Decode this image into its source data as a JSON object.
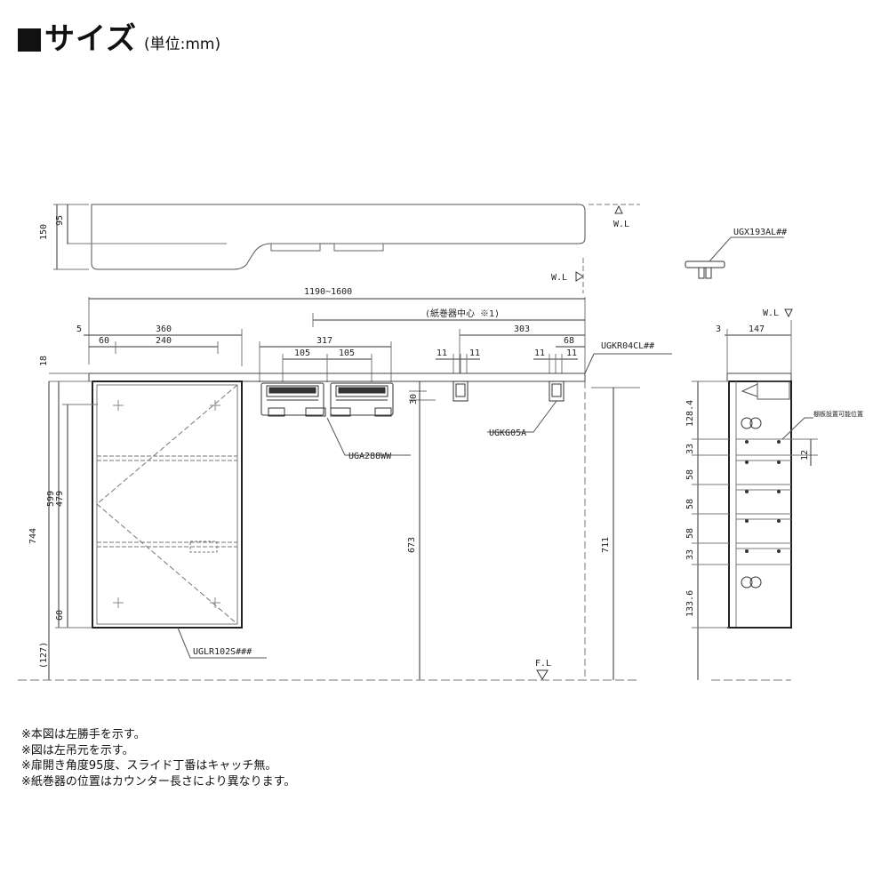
{
  "header": {
    "title": "サイズ",
    "unit": "(単位:mm)"
  },
  "labels": {
    "wl": "W.L",
    "fl": "F.L",
    "parts": {
      "ugx": "UGX193AL##",
      "ugk_r04": "UGKR04CL##",
      "ugk_g05": "UGKG05A",
      "uga": "UGA288WW",
      "uglr": "UGLR102S###"
    },
    "paper_center": "(紙巻器中心 ※1)",
    "shelf_range": "棚板設置可能位置"
  },
  "dims": {
    "top_150": "150",
    "top_95": "95",
    "width_range": "1190~1600",
    "d5": "5",
    "d360": "360",
    "d60": "60",
    "d240": "240",
    "d317": "317",
    "d105a": "105",
    "d105b": "105",
    "d303": "303",
    "d11a": "11",
    "d11b": "11",
    "d11c": "11",
    "d11d": "11",
    "d68": "68",
    "d18": "18",
    "d744": "744",
    "d599": "599",
    "d479": "479",
    "d60b": "60",
    "d127": "(127)",
    "d30": "30",
    "d673": "673",
    "d711": "711",
    "side_3": "3",
    "side_147": "147",
    "s128": "128.4",
    "s33a": "33",
    "s58a": "58",
    "s58b": "58",
    "s58c": "58",
    "s33b": "33",
    "s133": "133.6",
    "s12": "12"
  },
  "notes": [
    "※本図は左勝手を示す。",
    "※図は左吊元を示す。",
    "※扉開き角度95度、スライド丁番はキャッチ無。",
    "※紙巻器の位置はカウンター長さにより異なります。"
  ]
}
